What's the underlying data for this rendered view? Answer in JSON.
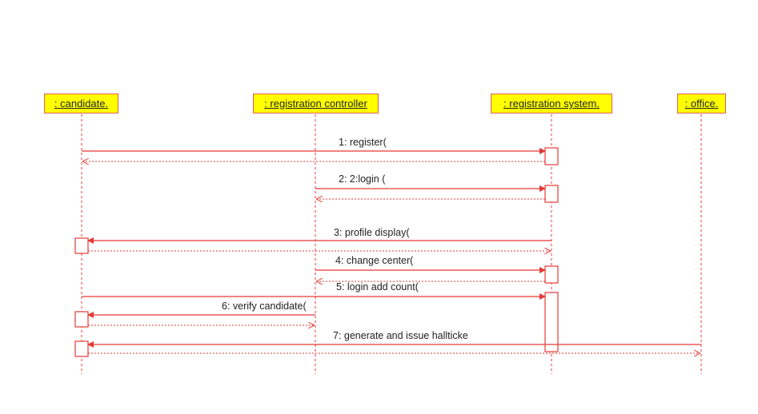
{
  "colors": {
    "line": "#e53935",
    "head_fill": "#ffff00",
    "head_border": "#e06060",
    "text": "#222222"
  },
  "lifelines": [
    {
      "id": "candidate",
      "label": ": candidate."
    },
    {
      "id": "controller",
      "label": ": registration controller"
    },
    {
      "id": "system",
      "label": ": registration system."
    },
    {
      "id": "office",
      "label": ": office."
    }
  ],
  "messages": [
    {
      "label": "1: register(",
      "from": "candidate",
      "to": "system",
      "reply": true
    },
    {
      "label": "2: 2:login (",
      "from": "controller",
      "to": "system",
      "reply": true
    },
    {
      "label": "3: profile display(",
      "from": "system",
      "to": "candidate",
      "reply": true
    },
    {
      "label": "4: change center(",
      "from": "controller",
      "to": "system",
      "reply": true
    },
    {
      "label": "5: login add count(",
      "from": "candidate",
      "to": "system",
      "reply": false
    },
    {
      "label": "6: verify candidate(",
      "from": "controller",
      "to": "candidate",
      "reply": true
    },
    {
      "label": "7: generate and issue hallticke",
      "from": "office",
      "to": "candidate",
      "reply": true
    }
  ]
}
